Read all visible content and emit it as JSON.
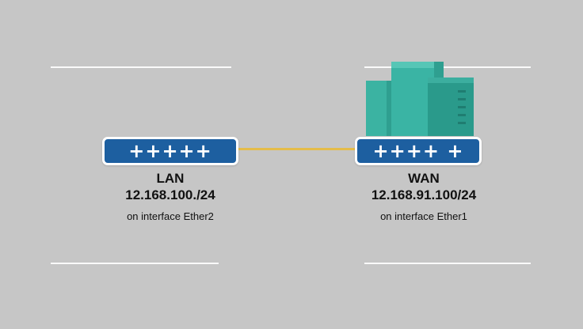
{
  "colors": {
    "background": "#c6c6c6",
    "switch_fill": "#1d5fa0",
    "link": "#e5bc4a",
    "building_teal": "#3bb3a2",
    "building_dark": "#2a9a8b"
  },
  "icons": {
    "datacenter": "server-buildings-icon"
  },
  "lan": {
    "ports": "+++++",
    "name": "LAN",
    "address": "12.168.100./24",
    "interface": "on interface Ether2"
  },
  "wan": {
    "ports": "++++ +",
    "name": "WAN",
    "address": "12.168.91.100/24",
    "interface": "on interface Ether1"
  }
}
